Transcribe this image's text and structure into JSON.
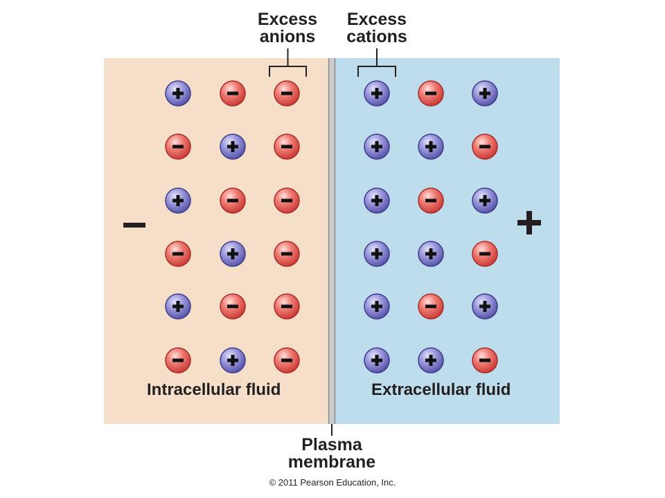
{
  "labels": {
    "excess_anions": [
      "Excess",
      "anions"
    ],
    "excess_cations": [
      "Excess",
      "cations"
    ],
    "intracellular": "Intracellular fluid",
    "extracellular": "Extracellular fluid",
    "membrane": [
      "Plasma",
      "membrane"
    ],
    "copyright": "© 2011 Pearson Education, Inc."
  },
  "side_charges": {
    "left": "−",
    "right": "+"
  },
  "colors": {
    "intracellular_bg": "#f5dfc8",
    "extracellular_bg": "#bddcec",
    "membrane": "#c9cacb",
    "cation": "#7b78c6",
    "anion": "#e4524e"
  },
  "ions": {
    "intracellular": [
      [
        "+",
        "-",
        "-"
      ],
      [
        "-",
        "+",
        "-"
      ],
      [
        "+",
        "-",
        "-"
      ],
      [
        "-",
        "+",
        "-"
      ],
      [
        "+",
        "-",
        "-"
      ],
      [
        "-",
        "+",
        "-"
      ]
    ],
    "extracellular": [
      [
        "+",
        "-",
        "+"
      ],
      [
        "+",
        "+",
        "-"
      ],
      [
        "+",
        "-",
        "+"
      ],
      [
        "+",
        "+",
        "-"
      ],
      [
        "+",
        "-",
        "+"
      ],
      [
        "+",
        "+",
        "-"
      ]
    ]
  }
}
